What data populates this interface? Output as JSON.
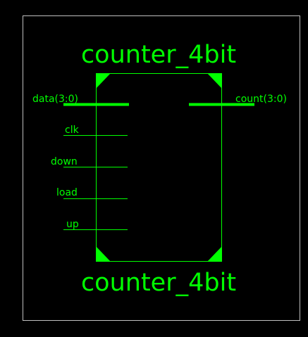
{
  "colors": {
    "background": "#000000",
    "symbol": "#00ff00",
    "frame": "#c0c0c0"
  },
  "symbol": {
    "title_top": "counter_4bit",
    "title_bottom": "counter_4bit",
    "input_pins": [
      {
        "name": "data(3:0)",
        "bus": true
      },
      {
        "name": "clk",
        "bus": false
      },
      {
        "name": "down",
        "bus": false
      },
      {
        "name": "load",
        "bus": false
      },
      {
        "name": "up",
        "bus": false
      }
    ],
    "output_pins": [
      {
        "name": "count(3:0)",
        "bus": true
      }
    ]
  }
}
